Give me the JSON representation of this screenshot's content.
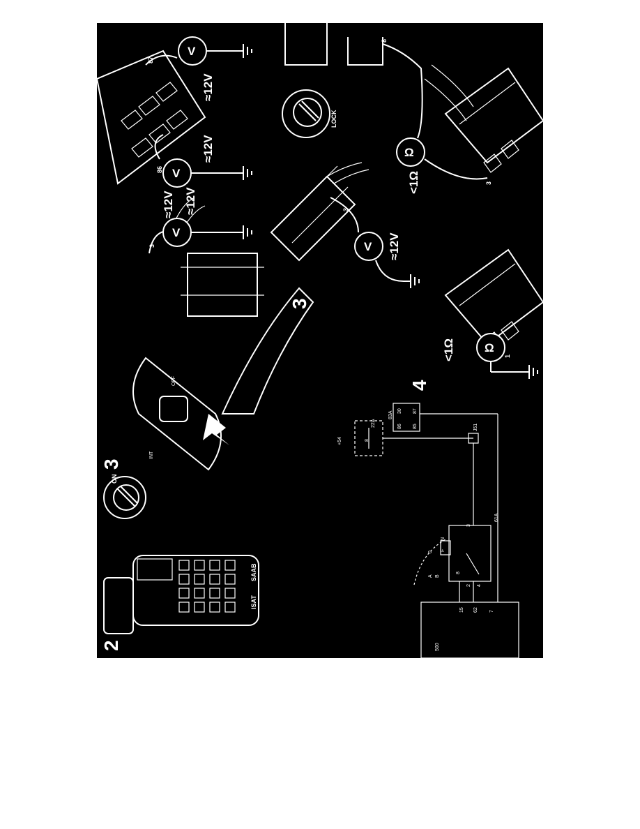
{
  "steps": {
    "s2": "2",
    "s3a": "3",
    "s3b": "3",
    "s4": "4"
  },
  "tester": {
    "brand": "SAAB",
    "model": "ISAT"
  },
  "ignition": {
    "on_label": "ON",
    "lock_label": "LOCK"
  },
  "stalk": {
    "int_label": "INT",
    "off_label": "OFF"
  },
  "meters": {
    "volt_symbol": "V",
    "ohm_symbol": "Ω",
    "reading_12v": "≈12V",
    "reading_ohm": "<1Ω"
  },
  "pins": {
    "p3": "3",
    "p86": "86",
    "p87": "87",
    "p8": "8",
    "p1": "1"
  },
  "schematic": {
    "supply": "+54",
    "fuse": "22A",
    "fuse_no": "8",
    "relay": "83A",
    "relay_pin_86": "86",
    "relay_pin_30": "30",
    "relay_pin_85": "85",
    "relay_pin_87": "87",
    "junction": "J51",
    "switch": "61A",
    "switch_pin_3": "3",
    "switch_pin_2": "2",
    "switch_pin_4": "4",
    "switch_pin_8": "8",
    "module": "500",
    "module_pin_15": "15",
    "module_pin_62": "62",
    "module_pin_7": "7",
    "pos_0": "0",
    "pos_a": "A",
    "pos_b": "B",
    "pos_f": "F",
    "pos_n": "N"
  },
  "colors": {
    "panel": "#000000",
    "ink": "#ffffff",
    "page": "#ffffff"
  }
}
